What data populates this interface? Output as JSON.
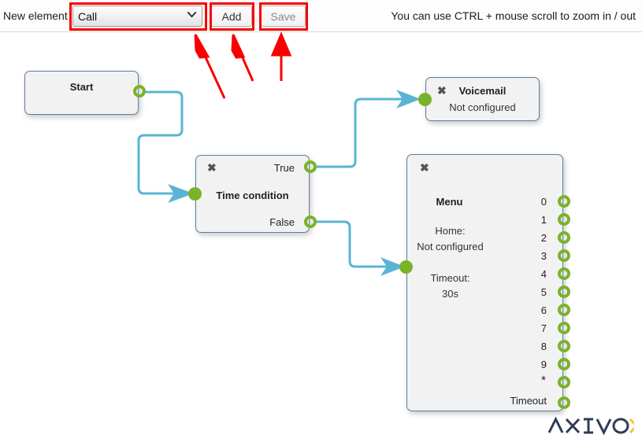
{
  "toolbar": {
    "label": "New element",
    "select": {
      "value": "Call",
      "options": [
        "Call"
      ]
    },
    "add_label": "Add",
    "save_label": "Save",
    "zoom_hint": "You can use CTRL + mouse scroll to zoom in / out"
  },
  "colors": {
    "port_green": "#79b32a",
    "wire_blue": "#5bb4d4",
    "node_border": "#5b7f9e",
    "node_fill": "#f2f2f2",
    "annotation_red": "#f90000",
    "logo_dark": "#2e3d55",
    "logo_accent": "#f5c242"
  },
  "nodes": [
    {
      "id": "start",
      "title": "Start",
      "subtitle": "",
      "closable": false,
      "outputs": [
        {
          "label": "",
          "name": "start-output"
        }
      ],
      "inputs": []
    },
    {
      "id": "time-condition",
      "title": "Time condition",
      "subtitle": "",
      "closable": true,
      "close_label": "✖",
      "outputs": [
        {
          "label": "True",
          "name": "time-condition-output-true"
        },
        {
          "label": "False",
          "name": "time-condition-output-false"
        }
      ],
      "inputs": [
        {
          "name": "time-condition-input"
        }
      ]
    },
    {
      "id": "voicemail",
      "title": "Voicemail",
      "subtitle": "Not configured",
      "closable": true,
      "close_label": "✖",
      "outputs": [],
      "inputs": [
        {
          "name": "voicemail-input"
        }
      ]
    },
    {
      "id": "menu",
      "title": "Menu",
      "closable": true,
      "close_label": "✖",
      "body_lines": [
        "Home:",
        "Not configured",
        "",
        "Timeout:",
        "30s"
      ],
      "outputs": [
        {
          "label": "0"
        },
        {
          "label": "1"
        },
        {
          "label": "2"
        },
        {
          "label": "3"
        },
        {
          "label": "4"
        },
        {
          "label": "5"
        },
        {
          "label": "6"
        },
        {
          "label": "7"
        },
        {
          "label": "8"
        },
        {
          "label": "9"
        },
        {
          "label": "*"
        },
        {
          "label": "Timeout"
        }
      ],
      "inputs": [
        {
          "name": "menu-input"
        }
      ]
    }
  ],
  "annotations": {
    "highlight_targets": [
      "element-select",
      "add-button",
      "save-button"
    ],
    "arrow_count": 3
  },
  "logo": {
    "text_main": "AXIVO",
    "text_accent": "X",
    "full": "AXIVOX"
  }
}
